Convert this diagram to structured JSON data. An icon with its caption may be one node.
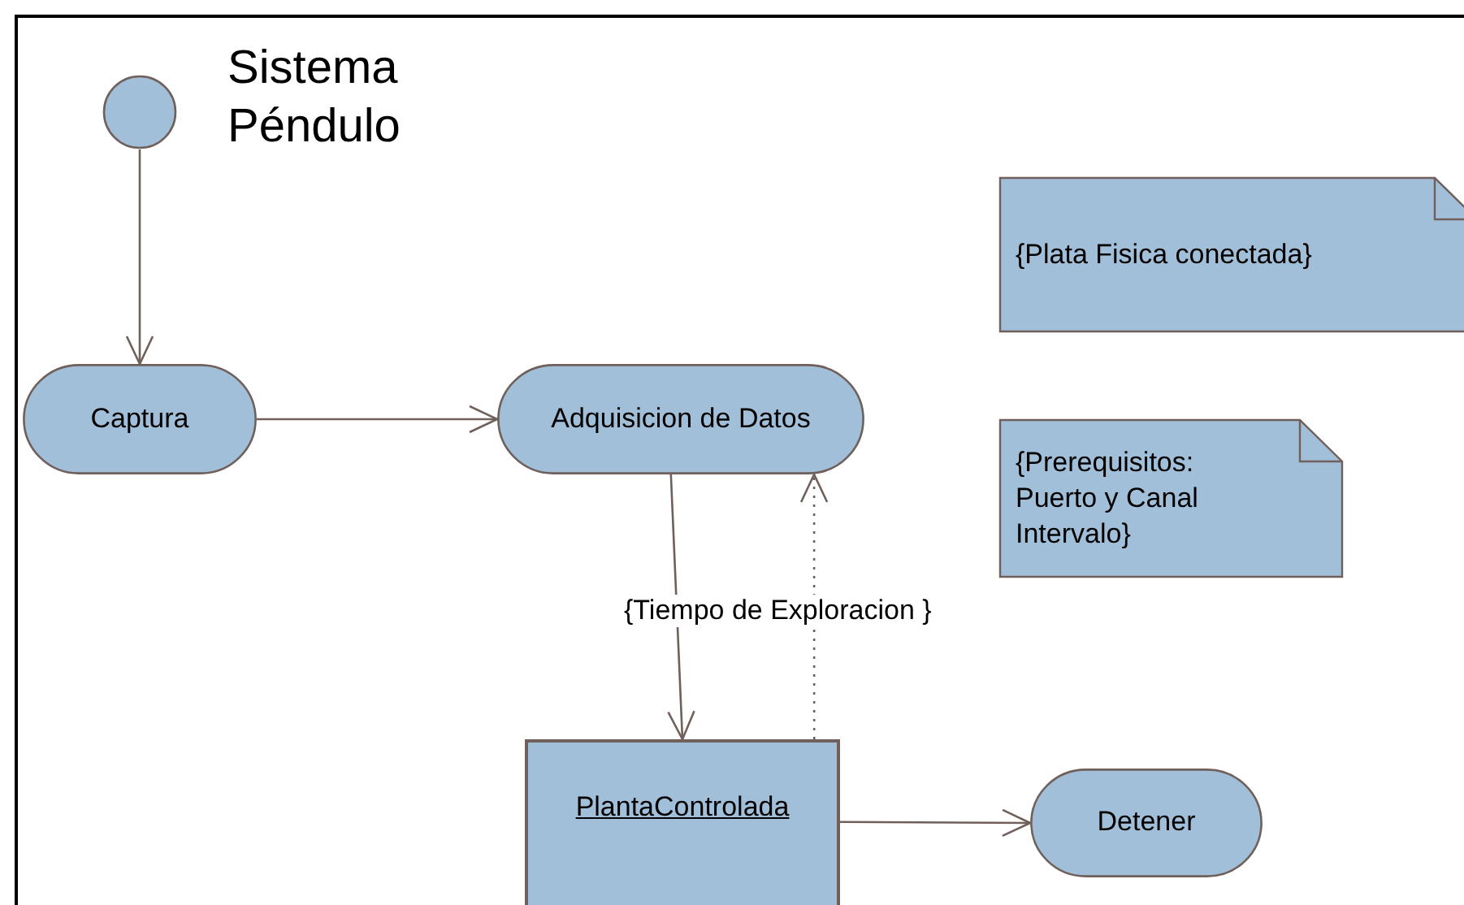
{
  "diagram": {
    "title": "Sistema Péndulo",
    "nodes": [
      {
        "text": [],
        "shape": "circle"
      },
      {
        "text": [
          "Captura"
        ]
      },
      {
        "text": [
          "Adquisicion de Datos"
        ]
      },
      {
        "text": [
          "PlantaControlada"
        ]
      },
      {
        "text": [
          "Detener"
        ]
      },
      {
        "text": [
          "{Plata Fisica conectada}"
        ]
      },
      {
        "text": [
          "{Prerequisitos: Puerto y Canal Intervalo}"
        ]
      }
    ],
    "edges": [
      {
        "from": 0,
        "to": 1,
        "arrow": "to"
      },
      {
        "from": 1,
        "to": 2,
        "arrow": "to"
      },
      {
        "from": 2,
        "to": 3,
        "arrow": "to",
        "label": "{Tiempo de Exploracion }"
      },
      {
        "from": 3,
        "to": 2,
        "arrow": "to",
        "style": "dashed"
      },
      {
        "from": 3,
        "to": 4,
        "arrow": "to"
      }
    ]
  }
}
